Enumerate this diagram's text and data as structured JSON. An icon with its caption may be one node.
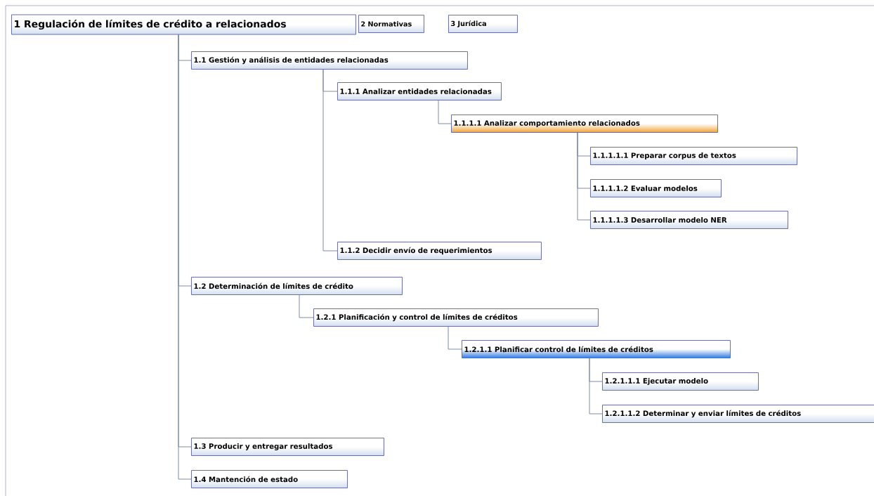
{
  "diagram": {
    "nodes": [
      {
        "text": [
          "1 Regulación de límites de crédito a relacionados"
        ]
      },
      {
        "text": [
          "2 Normativas"
        ]
      },
      {
        "text": [
          "3 Jurídica"
        ]
      },
      {
        "text": [
          "1.1 Gestión y análisis de entidades relacionadas"
        ]
      },
      {
        "text": [
          "1.1.1 Analizar entidades relacionadas"
        ]
      },
      {
        "text": [
          "1.1.1.1 Analizar comportamiento relacionados"
        ]
      },
      {
        "text": [
          "1.1.1.1.1 Preparar corpus de textos"
        ]
      },
      {
        "text": [
          "1.1.1.1.2 Evaluar modelos"
        ]
      },
      {
        "text": [
          "1.1.1.1.3 Desarrollar modelo NER"
        ]
      },
      {
        "text": [
          "1.1.2 Decidir envío de requerimientos"
        ]
      },
      {
        "text": [
          "1.2 Determinación de límites de crédito"
        ]
      },
      {
        "text": [
          "1.2.1 Planificación y control de límites de créditos"
        ]
      },
      {
        "text": [
          "1.2.1.1 Planificar control de límites de créditos"
        ]
      },
      {
        "text": [
          "1.2.1.1.1 Ejecutar modelo"
        ]
      },
      {
        "text": [
          "1.2.1.1.2 Determinar y enviar límites de créditos"
        ]
      },
      {
        "text": [
          "1.3 Producir y entregar resultados"
        ]
      },
      {
        "text": [
          "1.4 Mantención de estado"
        ]
      }
    ],
    "edges": [
      {
        "from": 0,
        "to": 3,
        "arrow": "none"
      },
      {
        "from": 3,
        "to": 4,
        "arrow": "none"
      },
      {
        "from": 4,
        "to": 5,
        "arrow": "none"
      },
      {
        "from": 5,
        "to": 6,
        "arrow": "none"
      },
      {
        "from": 5,
        "to": 7,
        "arrow": "none"
      },
      {
        "from": 5,
        "to": 8,
        "arrow": "none"
      },
      {
        "from": 3,
        "to": 9,
        "arrow": "none"
      },
      {
        "from": 0,
        "to": 10,
        "arrow": "none"
      },
      {
        "from": 10,
        "to": 11,
        "arrow": "none"
      },
      {
        "from": 11,
        "to": 12,
        "arrow": "none"
      },
      {
        "from": 12,
        "to": 13,
        "arrow": "none"
      },
      {
        "from": 12,
        "to": 14,
        "arrow": "none"
      },
      {
        "from": 0,
        "to": 15,
        "arrow": "none"
      },
      {
        "from": 0,
        "to": 16,
        "arrow": "none"
      }
    ]
  }
}
